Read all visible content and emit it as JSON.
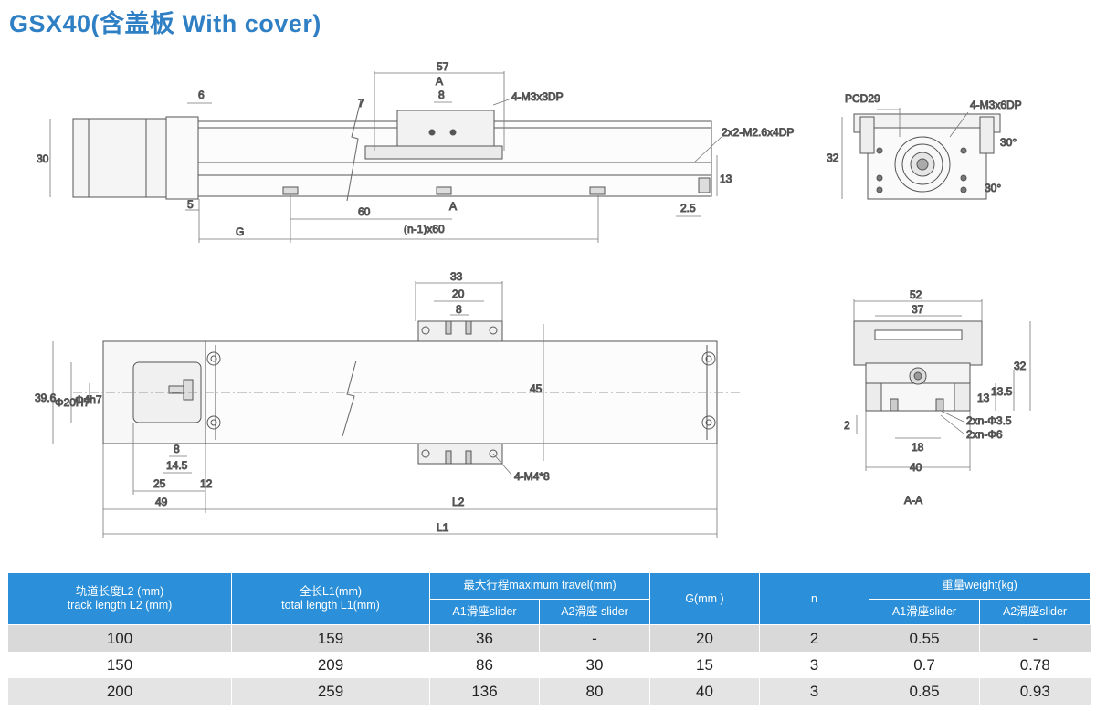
{
  "title": "GSX40(含盖板 With cover)",
  "top_view": {
    "dims": [
      "57",
      "8",
      "4-M3x3DP",
      "6",
      "7",
      "30",
      "2x2-M2.6x4DP",
      "13",
      "5",
      "60",
      "2.5",
      "G",
      "(n-1)x60"
    ],
    "section_marks": [
      "A",
      "A"
    ]
  },
  "side_view": {
    "dims": [
      "PCD29",
      "4-M3x6DP",
      "32",
      "30°",
      "30°"
    ]
  },
  "plan_view": {
    "dims": [
      "33",
      "20",
      "8",
      "45",
      "39.6",
      "Φ20H7",
      "Φ4h7",
      "8",
      "14.5",
      "25",
      "12",
      "49",
      "L2",
      "L1",
      "4-M4*8"
    ]
  },
  "section_view": {
    "dims": [
      "52",
      "37",
      "32",
      "13",
      "13.5",
      "2",
      "2xn-Φ3.5",
      "2xn-Φ6",
      "18",
      "40"
    ],
    "label": "A-A"
  },
  "table": {
    "headers": {
      "track_cn": "轨道长度L2 (mm)",
      "track_en": "track length L2 (mm)",
      "total_cn": "全长L1(mm)",
      "total_en": "total length L1(mm)",
      "travel": "最大行程maximum travel(mm)",
      "a1_slider": "A1滑座slider",
      "a2_slider": "A2滑座 slider",
      "g": "G(mm )",
      "n": "n",
      "weight": "重量weight(kg)",
      "w_a1": "A1滑座slider",
      "w_a2": "A2滑座slider"
    },
    "rows": [
      [
        "100",
        "159",
        "36",
        "-",
        "20",
        "2",
        "0.55",
        "-"
      ],
      [
        "150",
        "209",
        "86",
        "30",
        "15",
        "3",
        "0.7",
        "0.78"
      ],
      [
        "200",
        "259",
        "136",
        "80",
        "40",
        "3",
        "0.85",
        "0.93"
      ]
    ]
  },
  "colors": {
    "title": "#2f7fc4",
    "table_header": "#2b90d9"
  }
}
